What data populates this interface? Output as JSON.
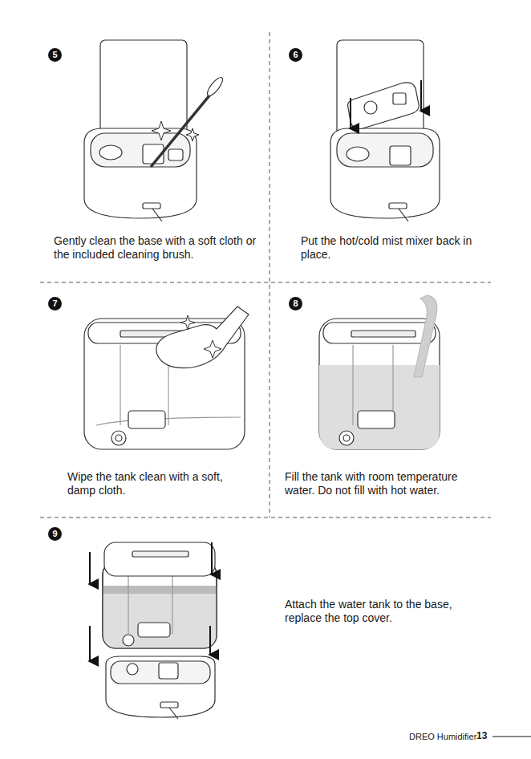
{
  "diagram": {
    "labels": [
      "5",
      "Gently clean the base with a soft cloth or the included cleaning brush.",
      "6",
      "Put the hot/cold mist mixer back in place.",
      "7",
      "Wipe the tank clean with a soft, damp cloth.",
      "8",
      "Fill the tank with room temperature water. Do not fill with hot water.",
      "9",
      "Attach the water tank to the base, replace the top cover.",
      "DREO Humidifier",
      "13"
    ]
  }
}
